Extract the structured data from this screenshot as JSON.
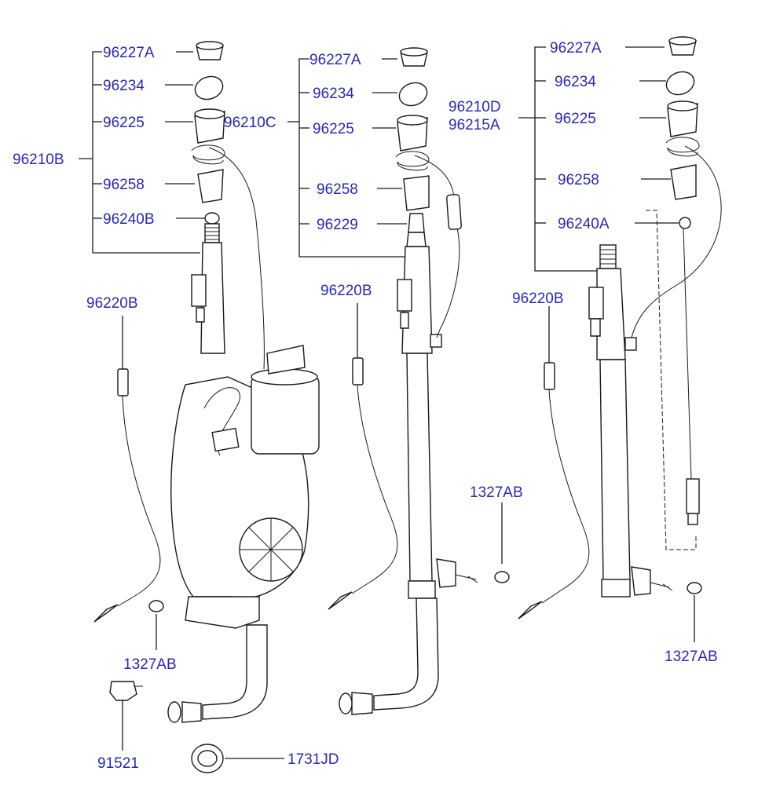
{
  "diagram": {
    "assembly_a": {
      "assembly_label": "96210B",
      "cap": "96227A",
      "ring": "96234",
      "bushing": "96225",
      "sleeve": "96258",
      "nut": "96240B",
      "cable": "96220B",
      "grommet": "1327AB",
      "clip": "91521",
      "drain_grommet": "1731JD"
    },
    "assembly_b": {
      "assembly_label": "96210C",
      "cap": "96227A",
      "ring": "96234",
      "bushing": "96225",
      "sleeve": "96258",
      "nut": "96229",
      "cable": "96220B",
      "grommet": "1327AB"
    },
    "assembly_c": {
      "assembly_label_1": "96210D",
      "assembly_label_2": "96215A",
      "cap": "96227A",
      "ring": "96234",
      "bushing": "96225",
      "sleeve": "96258",
      "nut": "96240A",
      "cable": "96220B",
      "grommet": "1327AB"
    }
  }
}
